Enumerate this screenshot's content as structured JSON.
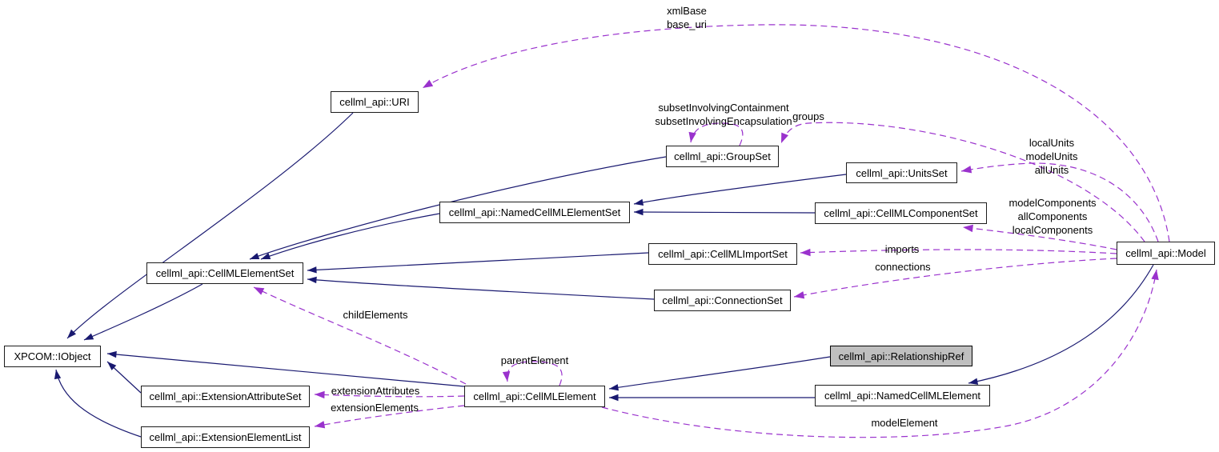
{
  "colors": {
    "inheritance_edge": "#191970",
    "usage_edge": "#9a32cd",
    "node_border": "#1c1c1c",
    "node_fill": "#ffffff",
    "highlight_fill": "#bfbfbf"
  },
  "nodes": {
    "iobject": {
      "label": "XPCOM::IObject"
    },
    "uri": {
      "label": "cellml_api::URI"
    },
    "elementset": {
      "label": "cellml_api::CellMLElementSet"
    },
    "namedset": {
      "label": "cellml_api::NamedCellMLElementSet"
    },
    "groupset": {
      "label": "cellml_api::GroupSet"
    },
    "unitsset": {
      "label": "cellml_api::UnitsSet"
    },
    "componentset": {
      "label": "cellml_api::CellMLComponentSet"
    },
    "importset": {
      "label": "cellml_api::CellMLImportSet"
    },
    "connectionset": {
      "label": "cellml_api::ConnectionSet"
    },
    "extattrset": {
      "label": "cellml_api::ExtensionAttributeSet"
    },
    "extelemlist": {
      "label": "cellml_api::ExtensionElementList"
    },
    "element": {
      "label": "cellml_api::CellMLElement"
    },
    "relref": {
      "label": "cellml_api::RelationshipRef"
    },
    "namedelem": {
      "label": "cellml_api::NamedCellMLElement"
    },
    "model": {
      "label": "cellml_api::Model"
    }
  },
  "edge_labels": {
    "xml_base": {
      "text": "xmlBase\nbase_uri"
    },
    "subset": {
      "text": "subsetInvolvingContainment\nsubsetInvolvingEncapsulation"
    },
    "groups": {
      "text": "groups"
    },
    "local_units": {
      "text": "localUnits\nmodelUnits\nallUnits"
    },
    "model_components": {
      "text": "modelComponents\nallComponents\nlocalComponents"
    },
    "imports": {
      "text": "imports"
    },
    "connections": {
      "text": "connections"
    },
    "child_elements": {
      "text": "childElements"
    },
    "parent_element": {
      "text": "parentElement"
    },
    "extension_attributes": {
      "text": "extensionAttributes"
    },
    "extension_elements": {
      "text": "extensionElements"
    },
    "model_element": {
      "text": "modelElement"
    }
  },
  "edges": [
    {
      "type": "inheritance",
      "from": "uri",
      "to": "iobject"
    },
    {
      "type": "inheritance",
      "from": "elementset",
      "to": "iobject"
    },
    {
      "type": "inheritance",
      "from": "element",
      "to": "iobject"
    },
    {
      "type": "inheritance",
      "from": "extattrset",
      "to": "iobject"
    },
    {
      "type": "inheritance",
      "from": "extelemlist",
      "to": "iobject"
    },
    {
      "type": "inheritance",
      "from": "groupset",
      "to": "elementset"
    },
    {
      "type": "inheritance",
      "from": "namedset",
      "to": "elementset"
    },
    {
      "type": "inheritance",
      "from": "importset",
      "to": "elementset"
    },
    {
      "type": "inheritance",
      "from": "connectionset",
      "to": "elementset"
    },
    {
      "type": "inheritance",
      "from": "unitsset",
      "to": "namedset"
    },
    {
      "type": "inheritance",
      "from": "componentset",
      "to": "namedset"
    },
    {
      "type": "inheritance",
      "from": "relref",
      "to": "element"
    },
    {
      "type": "inheritance",
      "from": "namedelem",
      "to": "element"
    },
    {
      "type": "inheritance",
      "from": "model",
      "to": "namedelem"
    },
    {
      "type": "usage",
      "from": "model",
      "to": "uri",
      "label": "xmlBase\nbase_uri"
    },
    {
      "type": "usage",
      "from": "groupset",
      "to": "groupset",
      "label": "subsetInvolvingContainment\nsubsetInvolvingEncapsulation"
    },
    {
      "type": "usage",
      "from": "model",
      "to": "groupset",
      "label": "groups"
    },
    {
      "type": "usage",
      "from": "model",
      "to": "unitsset",
      "label": "localUnits\nmodelUnits\nallUnits"
    },
    {
      "type": "usage",
      "from": "model",
      "to": "componentset",
      "label": "modelComponents\nallComponents\nlocalComponents"
    },
    {
      "type": "usage",
      "from": "model",
      "to": "importset",
      "label": "imports"
    },
    {
      "type": "usage",
      "from": "model",
      "to": "connectionset",
      "label": "connections"
    },
    {
      "type": "usage",
      "from": "element",
      "to": "elementset",
      "label": "childElements"
    },
    {
      "type": "usage",
      "from": "element",
      "to": "element",
      "label": "parentElement"
    },
    {
      "type": "usage",
      "from": "element",
      "to": "extattrset",
      "label": "extensionAttributes"
    },
    {
      "type": "usage",
      "from": "element",
      "to": "extelemlist",
      "label": "extensionElements"
    },
    {
      "type": "usage",
      "from": "element",
      "to": "model",
      "label": "modelElement"
    }
  ]
}
